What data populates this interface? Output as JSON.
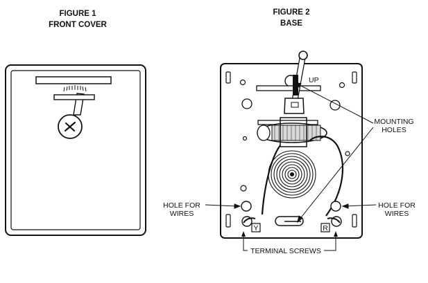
{
  "figure1": {
    "number": "FIGURE 1",
    "name": "FRONT COVER"
  },
  "figure2": {
    "number": "FIGURE 2",
    "name": "BASE"
  },
  "labels": {
    "up": "UP",
    "mounting_holes_line1": "MOUNTING",
    "mounting_holes_line2": "HOLES",
    "hole_left_line1": "HOLE FOR",
    "hole_left_line2": "WIRES",
    "hole_right_line1": "HOLE FOR",
    "hole_right_line2": "WIRES",
    "terminal_screws": "TERMINAL SCREWS",
    "terminal_y": "Y",
    "terminal_r": "R"
  }
}
